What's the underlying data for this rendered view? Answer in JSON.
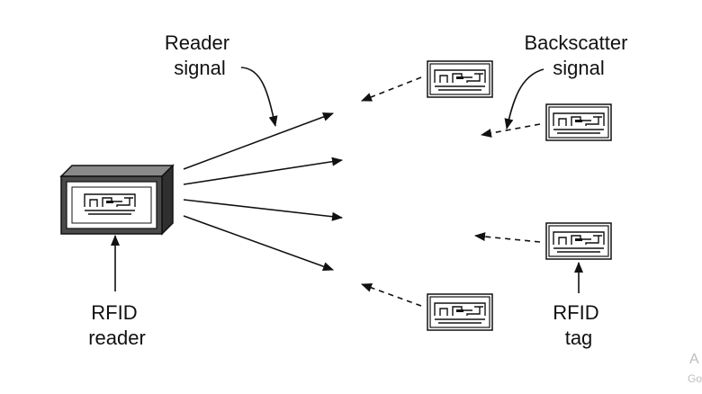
{
  "labels": {
    "reader_signal": [
      "Reader",
      "signal"
    ],
    "backscatter_signal": [
      "Backscatter",
      "signal"
    ],
    "rfid_reader": [
      "RFID",
      "reader"
    ],
    "rfid_tag": [
      "RFID",
      "tag"
    ]
  },
  "watermark": [
    "A",
    "Go"
  ],
  "colors": {
    "line": "#111111",
    "device_body": "#4a4a4a",
    "device_top": "#8a8a8a",
    "device_side": "#2f2f2f",
    "watermark": "#bdbdbd"
  },
  "icons": {
    "reader": "rfid-reader-icon",
    "tag": "rfid-tag-icon"
  }
}
